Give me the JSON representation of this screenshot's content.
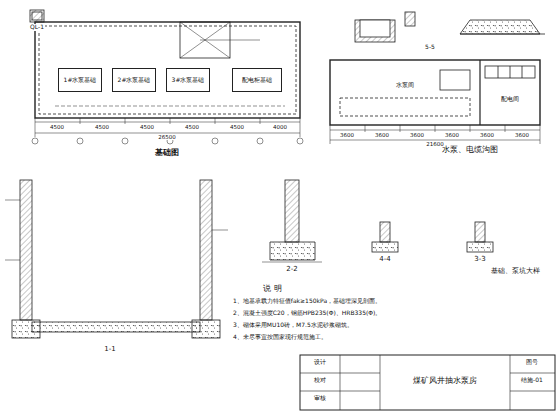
{
  "diagram": {
    "title": "基础图",
    "nodes": [
      {
        "text": [
          "1#水泵基础"
        ]
      },
      {
        "text": [
          "2#水泵基础"
        ]
      },
      {
        "text": [
          "3#水泵基础"
        ]
      },
      {
        "text": [
          "配电柜基础"
        ]
      },
      {
        "text": [
          "煤矿风井抽水泵房"
        ]
      }
    ],
    "labels": [
      "QL-1",
      "水泵、电缆沟图",
      "4500",
      "4500",
      "4500",
      "4500",
      "4500",
      "4000",
      "26500",
      "3600",
      "3600",
      "3600",
      "3600",
      "3600",
      "3600",
      "21600",
      "5-5",
      "水泵间",
      "配电间",
      "1-1",
      "2-2",
      "4-4",
      "3-3",
      "基础、泵坑大样",
      "说 明",
      "1、地基承载力特征值fak≥150kPa，基础埋深见剖面。",
      "2、混凝土强度C20，钢筋HPB235(Φ)、HRB335(Φ)。",
      "3、砌体采用MU10砖，M7.5水泥砂浆砌筑。",
      "4、未尽事宜按国家现行规范施工。",
      "设计",
      "校对",
      "审核",
      "图号",
      "结施-01"
    ]
  }
}
